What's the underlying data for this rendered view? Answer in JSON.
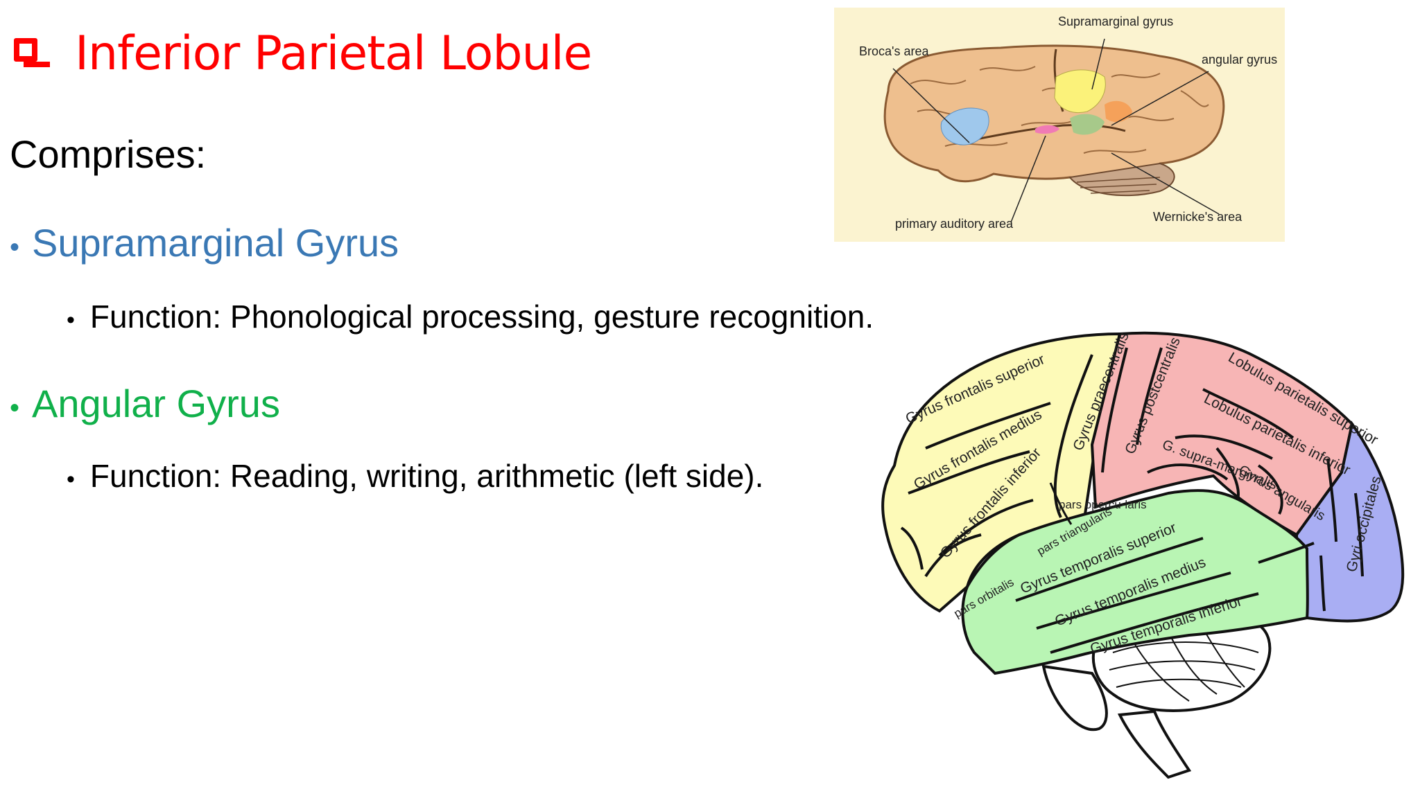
{
  "title": "Inferior Parietal Lobule",
  "comprises": "Comprises:",
  "items": [
    {
      "name": "Supramarginal Gyrus",
      "function": "Function: Phonological processing, gesture recognition.",
      "color": "#3a78b4"
    },
    {
      "name": "Angular Gyrus",
      "function": "Function: Reading, writing, arithmetic (left side).",
      "color": "#10b04a"
    }
  ],
  "small_diagram": {
    "labels": {
      "supramarginal": "Supramarginal gyrus",
      "brocas": "Broca's area",
      "angular": "angular gyrus",
      "primary_auditory": "primary auditory area",
      "wernickes": "Wernicke's area"
    }
  },
  "large_diagram": {
    "labels": {
      "frontalis_superior": "Gyrus frontalis superior",
      "frontalis_medius": "Gyrus frontalis medius",
      "frontalis_inferior": "Gyrus frontalis inferior",
      "praecentralis": "Gyrus praecentralis",
      "postcentralis": "Gyrus postcentralis",
      "parietalis_superior": "Lobulus parietalis superior",
      "parietalis_inferior": "Lobulus parietalis inferior",
      "supramarginalis": "G. supra-marginalis",
      "angularis": "Gyrus angularis",
      "pars_opercularis": "pars opercu-laris",
      "pars_triangularis": "pars triangularis",
      "pars_orbitalis": "pars orbitalis",
      "temporalis_superior": "Gyrus temporalis superior",
      "temporalis_medius": "Gyrus temporalis medius",
      "temporalis_inferior": "Gyrus temporalis inferior",
      "occipitales": "Gyri occipitales"
    },
    "region_colors": {
      "frontal": "#fdfab8",
      "parietal": "#f7b5b5",
      "temporal": "#b9f5b4",
      "occipital": "#a9aef3"
    }
  }
}
